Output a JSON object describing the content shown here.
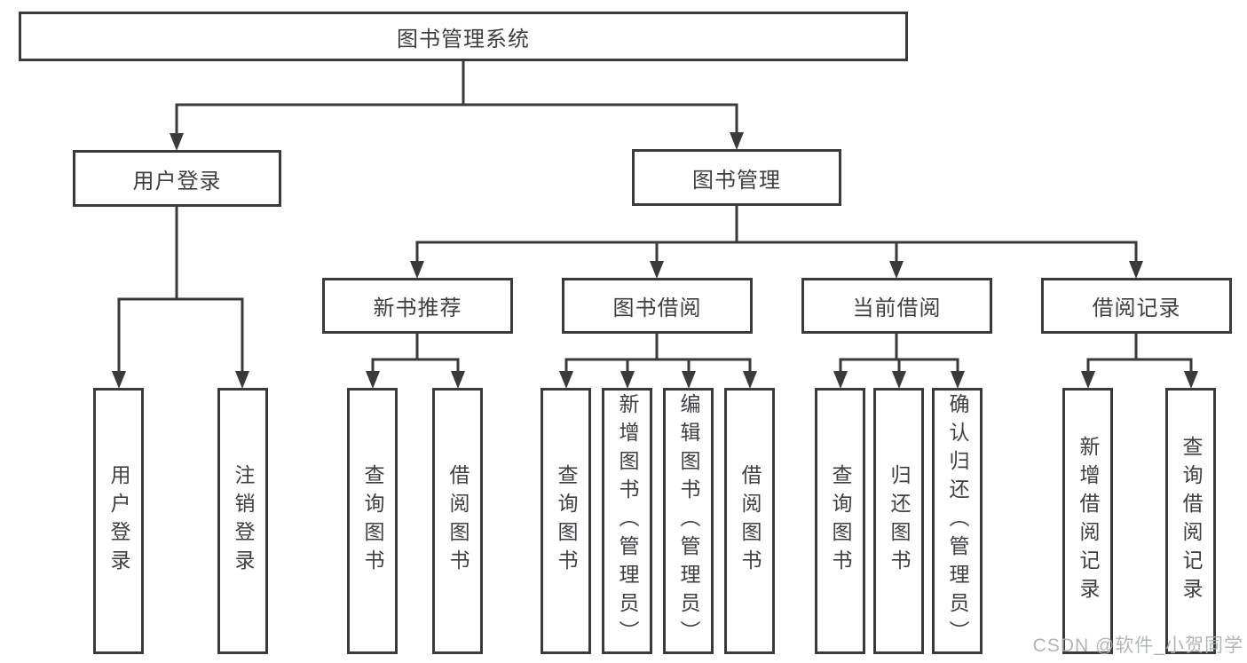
{
  "diagram": {
    "root": {
      "label": "图书管理系统"
    },
    "level2": [
      {
        "label": "用户登录"
      },
      {
        "label": "图书管理"
      }
    ],
    "level3": [
      {
        "label": "新书推荐"
      },
      {
        "label": "图书借阅"
      },
      {
        "label": "当前借阅"
      },
      {
        "label": "借阅记录"
      }
    ],
    "leaves": [
      {
        "label": "用户登录"
      },
      {
        "label": "注销登录"
      },
      {
        "label": "查询图书"
      },
      {
        "label": "借阅图书"
      },
      {
        "label": "查询图书"
      },
      {
        "label": "新增图书（管理员）"
      },
      {
        "label": "编辑图书（管理员）"
      },
      {
        "label": "借阅图书"
      },
      {
        "label": "查询图书"
      },
      {
        "label": "归还图书"
      },
      {
        "label": "确认归还（管理员）"
      },
      {
        "label": "新增借阅记录"
      },
      {
        "label": "查询借阅记录"
      }
    ]
  },
  "watermark": {
    "text": "CSDN @软件_小贺同学"
  },
  "colors": {
    "line": "#3a3a3a",
    "text": "#3d3f44",
    "watermark": "#a9aeb4",
    "background": "#ffffff"
  }
}
